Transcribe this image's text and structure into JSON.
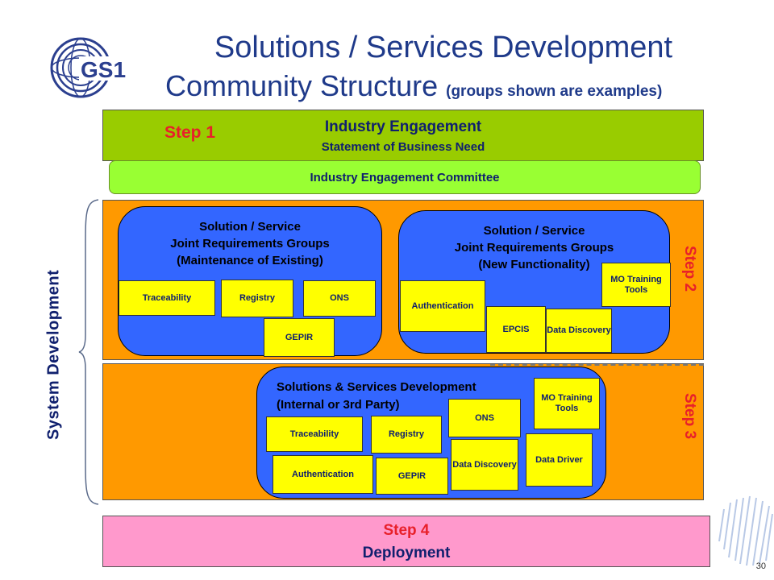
{
  "header": {
    "logo_text": "GS1",
    "title_line1": "Solutions / Services Development",
    "title_line2": "Community Structure",
    "title_note": "(groups shown are examples)"
  },
  "step1": {
    "step_label": "Step 1",
    "title": "Industry Engagement",
    "subtitle": "Statement of Business Need"
  },
  "committee": {
    "label": "Industry Engagement Committee"
  },
  "side_label": "System Development",
  "step2": {
    "step_label": "Step 2",
    "maintenance": {
      "line1": "Solution / Service",
      "line2": "Joint Requirements Groups",
      "line3": "(Maintenance of Existing)",
      "groups": [
        "Traceability",
        "Registry",
        "ONS",
        "GEPIR"
      ]
    },
    "new": {
      "line1": "Solution / Service",
      "line2": "Joint Requirements Groups",
      "line3": "(New Functionality)",
      "groups": [
        "Authentication",
        "EPCIS",
        "Data Discovery",
        "MO Training Tools"
      ]
    }
  },
  "step3": {
    "step_label": "Step 3",
    "line1": "Solutions & Services Development",
    "line2": "(Internal or 3rd Party)",
    "groups": [
      "Traceability",
      "Registry",
      "ONS",
      "MO Training Tools",
      "Authentication",
      "GEPIR",
      "Data Discovery",
      "Data Driver"
    ]
  },
  "step4": {
    "step_label": "Step 4",
    "title": "Deployment"
  },
  "page_number": "30",
  "colors": {
    "title_blue": "#1f3a8a",
    "step_red": "#e8202a",
    "engagement_green": "#99cc00",
    "committee_green": "#99ff33",
    "development_orange": "#ff9900",
    "group_blue": "#3366ff",
    "item_yellow": "#ffff00",
    "deployment_pink": "#ff99cc"
  }
}
